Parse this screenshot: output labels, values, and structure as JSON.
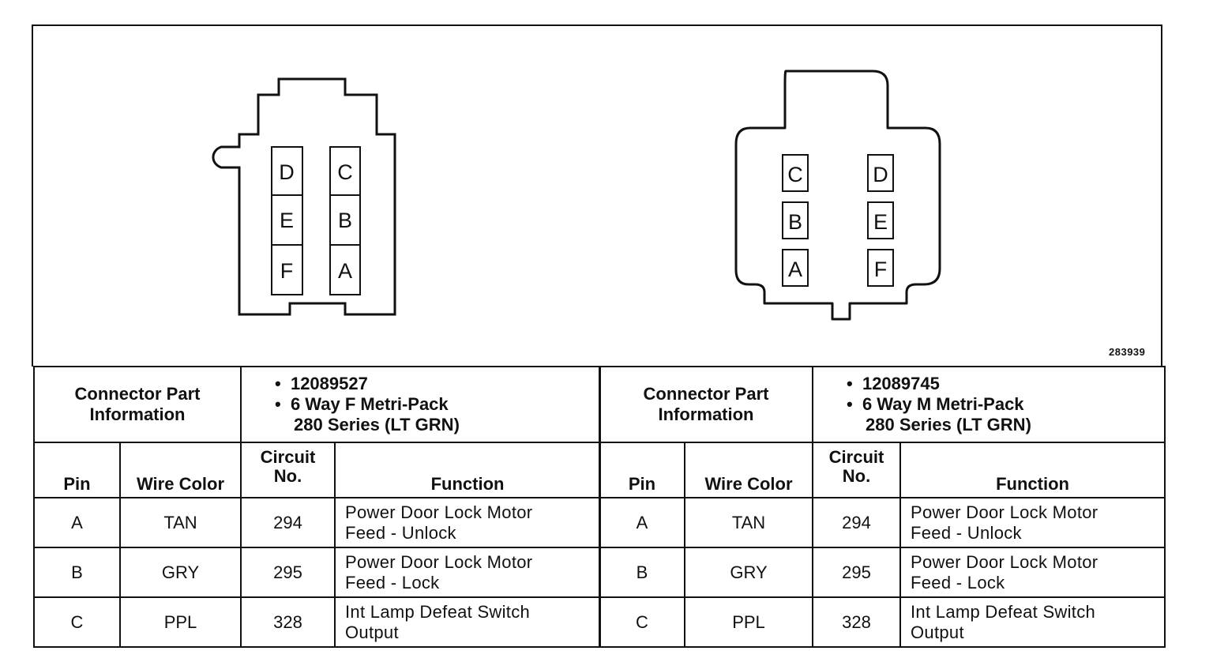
{
  "figure_number": "283939",
  "left_connector": {
    "pins_left_column": [
      "D",
      "E",
      "F"
    ],
    "pins_right_column": [
      "C",
      "B",
      "A"
    ],
    "header_label_line1": "Connector Part",
    "header_label_line2": "Information",
    "part_number": "12089527",
    "part_desc_line1": "6 Way F Metri-Pack",
    "part_desc_line2": "280 Series (LT GRN)",
    "columns": {
      "pin": "Pin",
      "wire": "Wire Color",
      "circuit_line1": "Circuit",
      "circuit_line2": "No.",
      "function": "Function"
    },
    "rows": [
      {
        "pin": "A",
        "wire": "TAN",
        "circuit": "294",
        "func_line1": "Power Door Lock Motor",
        "func_line2": "Feed - Unlock"
      },
      {
        "pin": "B",
        "wire": "GRY",
        "circuit": "295",
        "func_line1": "Power Door Lock Motor",
        "func_line2": "Feed - Lock"
      },
      {
        "pin": "C",
        "wire": "PPL",
        "circuit": "328",
        "func_line1": "Int Lamp Defeat Switch",
        "func_line2": "Output"
      }
    ]
  },
  "right_connector": {
    "pins_left_column": [
      "C",
      "B",
      "A"
    ],
    "pins_right_column": [
      "D",
      "E",
      "F"
    ],
    "header_label_line1": "Connector Part",
    "header_label_line2": "Information",
    "part_number": "12089745",
    "part_desc_line1": "6 Way M Metri-Pack",
    "part_desc_line2": "280 Series (LT GRN)",
    "columns": {
      "pin": "Pin",
      "wire": "Wire Color",
      "circuit_line1": "Circuit",
      "circuit_line2": "No.",
      "function": "Function"
    },
    "rows": [
      {
        "pin": "A",
        "wire": "TAN",
        "circuit": "294",
        "func_line1": "Power Door Lock Motor",
        "func_line2": "Feed - Unlock"
      },
      {
        "pin": "B",
        "wire": "GRY",
        "circuit": "295",
        "func_line1": "Power Door Lock Motor",
        "func_line2": "Feed - Lock"
      },
      {
        "pin": "C",
        "wire": "PPL",
        "circuit": "328",
        "func_line1": "Int Lamp Defeat Switch",
        "func_line2": "Output"
      }
    ]
  },
  "bullet": "•"
}
